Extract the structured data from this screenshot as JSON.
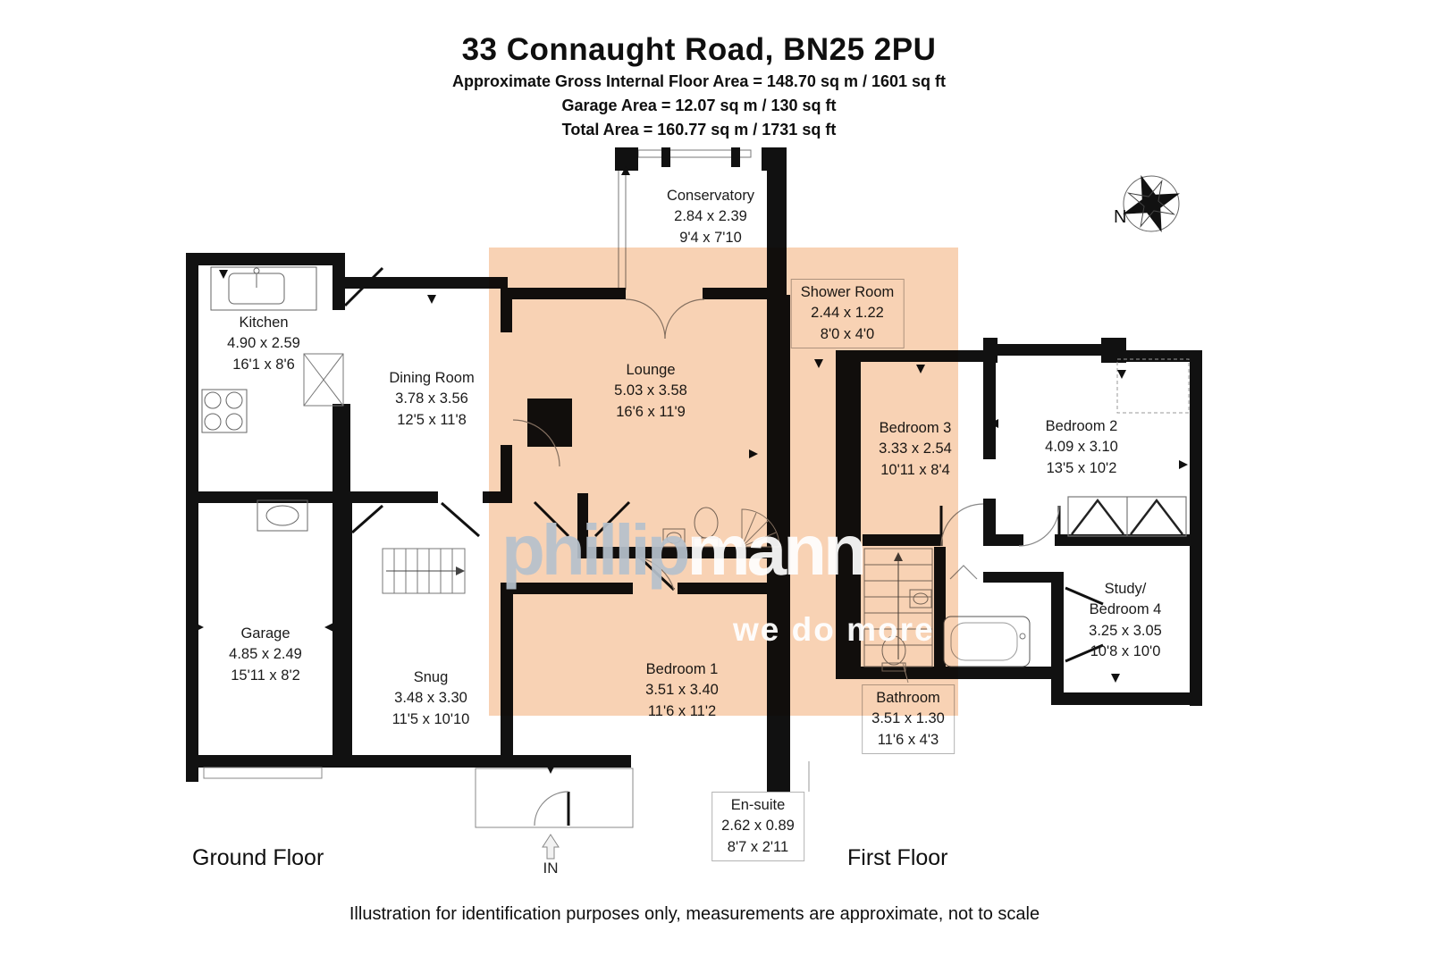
{
  "header": {
    "title": "33 Connaught Road, BN25 2PU",
    "area_line1": "Approximate Gross Internal Floor Area = 148.70 sq m / 1601 sq ft",
    "area_line2": "Garage Area = 12.07 sq m / 130 sq ft",
    "area_line3": "Total Area = 160.77 sq m / 1731 sq ft"
  },
  "rooms": {
    "conservatory": {
      "name": "Conservatory",
      "metric": "2.84 x 2.39",
      "imperial": "9'4 x 7'10"
    },
    "shower_room": {
      "name": "Shower Room",
      "metric": "2.44 x 1.22",
      "imperial": "8'0 x 4'0"
    },
    "kitchen": {
      "name": "Kitchen",
      "metric": "4.90 x 2.59",
      "imperial": "16'1 x 8'6"
    },
    "dining_room": {
      "name": "Dining Room",
      "metric": "3.78 x 3.56",
      "imperial": "12'5 x 11'8"
    },
    "lounge": {
      "name": "Lounge",
      "metric": "5.03 x 3.58",
      "imperial": "16'6 x 11'9"
    },
    "bedroom3": {
      "name": "Bedroom 3",
      "metric": "3.33 x 2.54",
      "imperial": "10'11 x 8'4"
    },
    "bedroom2": {
      "name": "Bedroom 2",
      "metric": "4.09 x 3.10",
      "imperial": "13'5 x 10'2"
    },
    "garage": {
      "name": "Garage",
      "metric": "4.85 x 2.49",
      "imperial": "15'11 x 8'2"
    },
    "snug": {
      "name": "Snug",
      "metric": "3.48 x 3.30",
      "imperial": "11'5 x 10'10"
    },
    "bedroom1": {
      "name": "Bedroom 1",
      "metric": "3.51 x 3.40",
      "imperial": "11'6 x 11'2"
    },
    "study": {
      "name": "Study/",
      "name2": "Bedroom 4",
      "metric": "3.25 x 3.05",
      "imperial": "10'8 x 10'0"
    },
    "bathroom": {
      "name": "Bathroom",
      "metric": "3.51 x 1.30",
      "imperial": "11'6 x 4'3"
    },
    "ensuite": {
      "name": "En-suite",
      "metric": "2.62 x 0.89",
      "imperial": "8'7 x 2'11"
    }
  },
  "floors": {
    "ground": "Ground Floor",
    "first": "First Floor"
  },
  "entrance_label": "IN",
  "compass_label": "N",
  "watermark": {
    "part1": "phillip",
    "part2": "mann",
    "tagline": "we do more"
  },
  "footer": {
    "disclaimer": "Illustration for identification purposes only, measurements are approximate, not to scale"
  },
  "colors": {
    "highlight": "#f8d2b4",
    "wall": "#111111",
    "watermark_gray": "#b6c1cc"
  }
}
